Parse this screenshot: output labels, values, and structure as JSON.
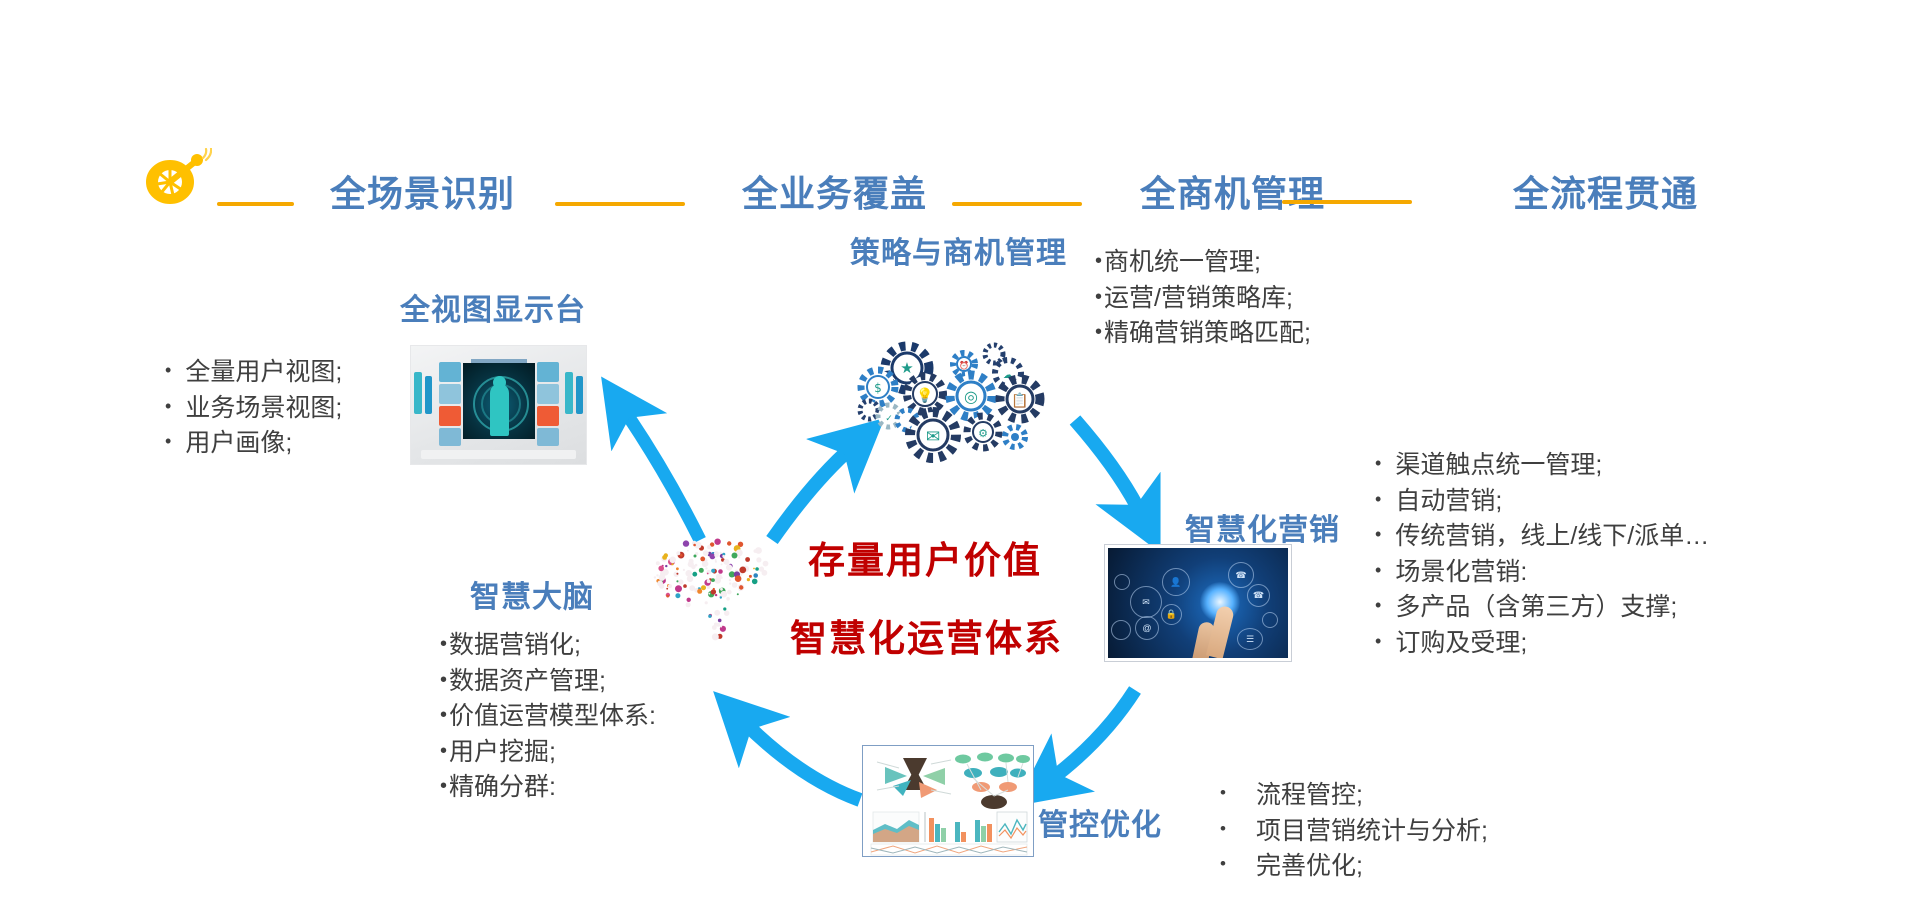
{
  "header": {
    "logo_icon": "satellite-dish-icon",
    "items": [
      {
        "label": "全场景识别"
      },
      {
        "label": "全业务覆盖"
      },
      {
        "label": "全商机管理"
      },
      {
        "label": "全流程贯通"
      }
    ],
    "accent_color": "#f5a800",
    "text_color": "#4a7ebb"
  },
  "center": {
    "line1": "存量用户价值",
    "line2": "智慧化运营体系",
    "color": "#c00000"
  },
  "sections": {
    "view_desk": {
      "title": "全视图显示台",
      "bullets": [
        "全量用户视图;",
        "业务场景视图;",
        "用户画像;"
      ],
      "image": "user-view-dashboard-image"
    },
    "strategy": {
      "title": "策略与商机管理",
      "bullets": [
        "商机统一管理;",
        "运营/营销策略库;",
        "精确营销策略匹配;"
      ],
      "image": "gears-cluster-image"
    },
    "smart_marketing": {
      "title": "智慧化营销",
      "bullets": [
        "渠道触点统一管理;",
        "自动营销;",
        "传统营销，线上/线下/派单…",
        "场景化营销:",
        "多产品（含第三方）支撑;",
        "订购及受理;"
      ],
      "image": "touch-network-image"
    },
    "control_optimize": {
      "title": "管控优化",
      "bullets": [
        "流程管控;",
        "项目营销统计与分析;",
        "完善优化;"
      ],
      "image": "analytics-dashboard-image"
    },
    "smart_brain": {
      "title": "智慧大脑",
      "bullets": [
        "数据营销化;",
        "数据资产管理;",
        "价值运营模型体系:",
        "用户挖掘;",
        "精确分群:"
      ],
      "image": "brain-network-image"
    }
  },
  "flow": {
    "arrow_color": "#18a9f0",
    "arrows": [
      {
        "name": "arrow-brain-to-viewdesk"
      },
      {
        "name": "arrow-brain-to-strategy"
      },
      {
        "name": "arrow-strategy-to-marketing"
      },
      {
        "name": "arrow-marketing-to-optimize"
      },
      {
        "name": "arrow-optimize-to-brain"
      }
    ]
  }
}
